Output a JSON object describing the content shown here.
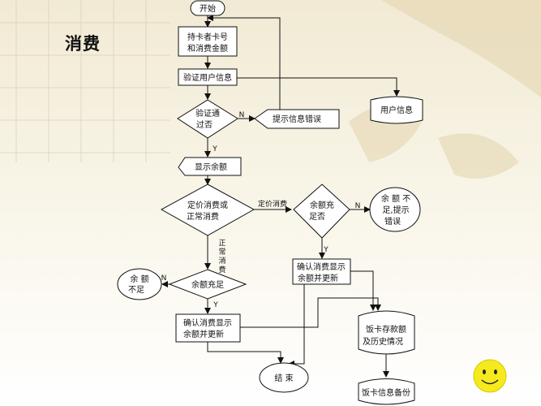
{
  "title": "消费",
  "nodes": {
    "start": "开始",
    "input_card_line1": "持卡者卡号",
    "input_card_line2": "和消费金额",
    "verify_user": "验证用户信息",
    "user_info_db": "用户信息",
    "verify_pass_line1": "验证通",
    "verify_pass_line2": "过否",
    "error_msg": "提示信息错误",
    "show_balance": "显示余额",
    "price_type_line1": "定价消费或",
    "price_type_line2": "正常消费",
    "balance_ok_line1": "余额充",
    "balance_ok_line2": "足否",
    "insufficient_line1": "余 额 不",
    "insufficient_line2": "足,提示",
    "insufficient_line3": "错误",
    "normal_balance": "余额充足",
    "insufficient_left_line1": "余  额",
    "insufficient_left_line2": "不足",
    "confirm_right_line1": "确认消费显示",
    "confirm_right_line2": "余额并更新",
    "confirm_left_line1": "确认消费显示",
    "confirm_left_line2": "余额并更新",
    "deposit_db_line1": "饭卡存款额",
    "deposit_db_line2": "及历史情况",
    "end": "结    束",
    "backup_db": "饭卡信息备份"
  },
  "edge_labels": {
    "n1": "N",
    "y1": "Y",
    "fixed_price": "定价消费",
    "n2": "N",
    "y2": "Y",
    "normal_1": "正",
    "normal_2": "常",
    "normal_3": "消",
    "normal_4": "费",
    "n3": "N",
    "y3": "Y"
  },
  "colors": {
    "line": "#111111",
    "smiley_face": "#f5ea1e",
    "background": "#f4eedc"
  },
  "icons": {
    "decoration": "smiley-face-icon"
  }
}
